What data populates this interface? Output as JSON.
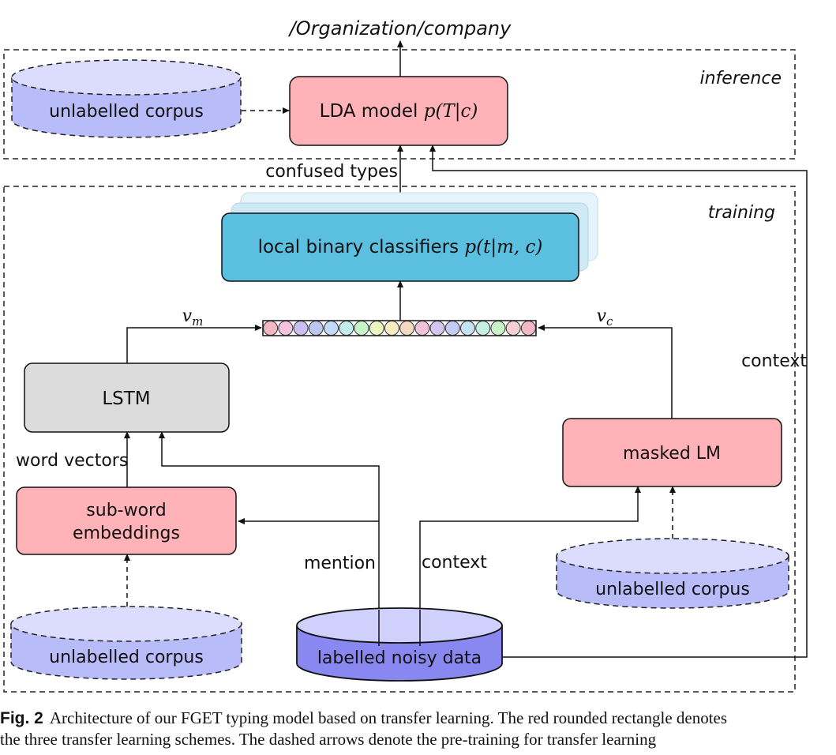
{
  "labels": {
    "output_type": "/Organization/company",
    "inference": "inference",
    "training": "training",
    "confused_types": "confused types",
    "context_right": "context",
    "word_vectors": "word vectors",
    "mention": "mention",
    "context_bottom": "context",
    "v_m": "v",
    "v_m_sub": "m",
    "v_c": "v",
    "v_c_sub": "c"
  },
  "nodes": {
    "lda_model": {
      "text": "LDA model ",
      "math": "p(T|c)"
    },
    "local_classifiers": {
      "text": "local binary classifiers ",
      "math": "p(t|m, c)"
    },
    "lstm": {
      "text": "LSTM"
    },
    "subword_line1": "sub-word",
    "subword_line2": "embeddings",
    "masked_lm": {
      "text": "masked LM"
    },
    "labelled_noisy_data": {
      "text": "labelled noisy data"
    },
    "unlabelled_corpus_top": {
      "text": "unlabelled corpus"
    },
    "unlabelled_corpus_right": {
      "text": "unlabelled corpus"
    },
    "unlabelled_corpus_left": {
      "text": "unlabelled corpus"
    }
  },
  "vector_colors": [
    "#f4b8c4",
    "#f4c4e0",
    "#cdbdf0",
    "#bcc8f4",
    "#c0dcf8",
    "#c0eef0",
    "#c8f4c8",
    "#ecf4c0",
    "#f8ecc0",
    "#f4d8c0",
    "#f0c4d8",
    "#d8c4f0",
    "#c4ccf4",
    "#c4e4f4",
    "#c4f0e4",
    "#c8f4c8",
    "#f4d0d0",
    "#f4b8c4"
  ],
  "colors": {
    "red_box": "#ffb3b8",
    "blue_box": "#5bbfe0",
    "gray_box": "#dcdcdc",
    "corpus": "#b8bcf8",
    "corpus_top": "#dcdcff",
    "labelled": "#8888f0",
    "labelled_top": "#d0d0fc"
  },
  "caption": {
    "fig": "Fig. 2",
    "line1": "Architecture of our FGET typing model based on transfer learning. The red rounded rectangle denotes",
    "line2": "the three transfer learning schemes. The dashed arrows denote the pre-training for transfer learning"
  }
}
